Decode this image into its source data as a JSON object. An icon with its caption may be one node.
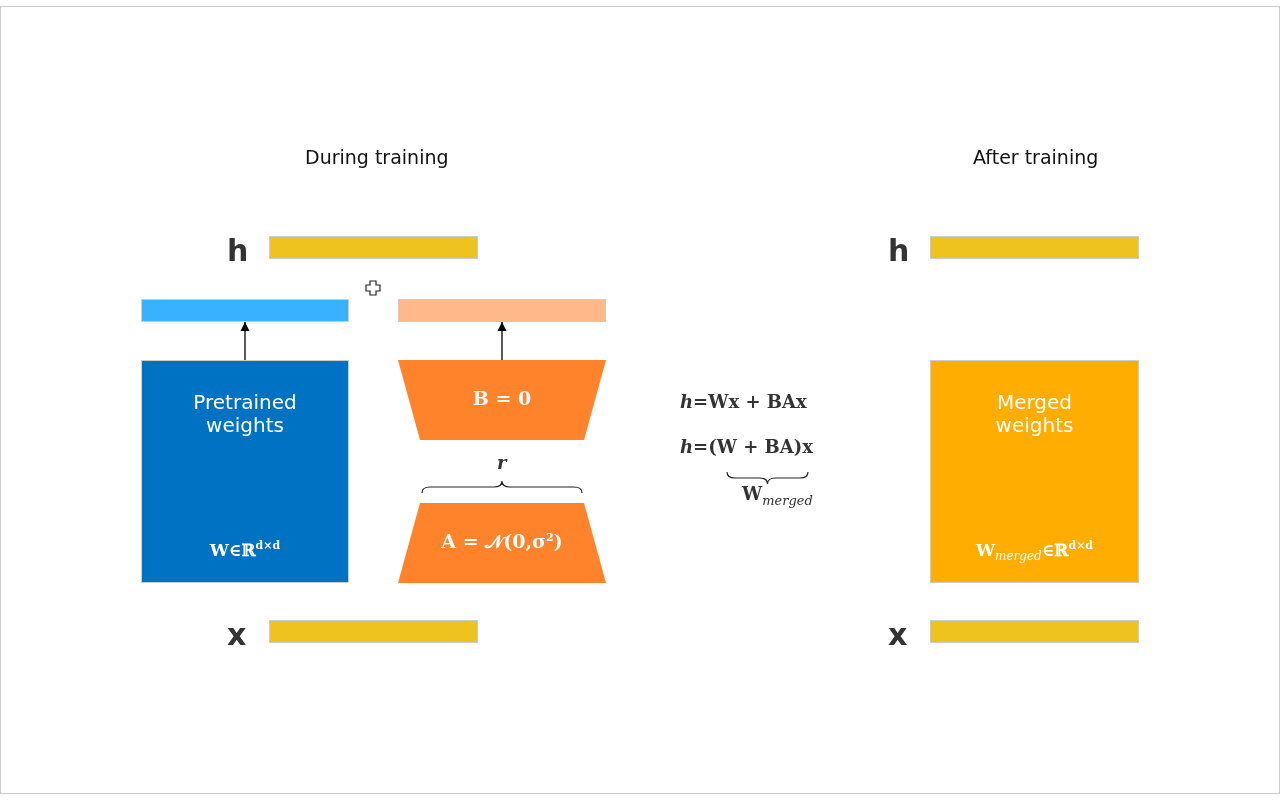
{
  "diagram": {
    "nodes": [
      {
        "text": [],
        "shape": "bar",
        "beside": [
          "h"
        ]
      },
      {
        "text": [],
        "shape": "bar",
        "beside": [
          "h"
        ]
      },
      {
        "text": [],
        "shape": "bar"
      },
      {
        "text": [],
        "shape": "bar"
      },
      {
        "text": [
          "Pretrained weights",
          "W∈ℝ$^{d×d}$"
        ]
      },
      {
        "text": [
          "B = 0"
        ]
      },
      {
        "text": [
          "Merged weights",
          "W$_{merged}$∈ℝ$^{d×d}$"
        ]
      },
      {
        "text": [
          "A = 𝒩(0,σ$^{2}$)"
        ]
      },
      {
        "text": [],
        "shape": "bar",
        "beside": [
          "x"
        ]
      },
      {
        "text": [],
        "shape": "bar",
        "beside": [
          "x"
        ]
      }
    ],
    "edges": [
      {
        "from": 4,
        "to": 2,
        "arrow": "to"
      },
      {
        "from": 5,
        "to": 3,
        "arrow": "to"
      }
    ],
    "labels": [
      "During training",
      "After training",
      "*h*=Wx + BAx",
      "*h*=(W + BA)x",
      "r",
      "W$_{merged}$"
    ]
  }
}
